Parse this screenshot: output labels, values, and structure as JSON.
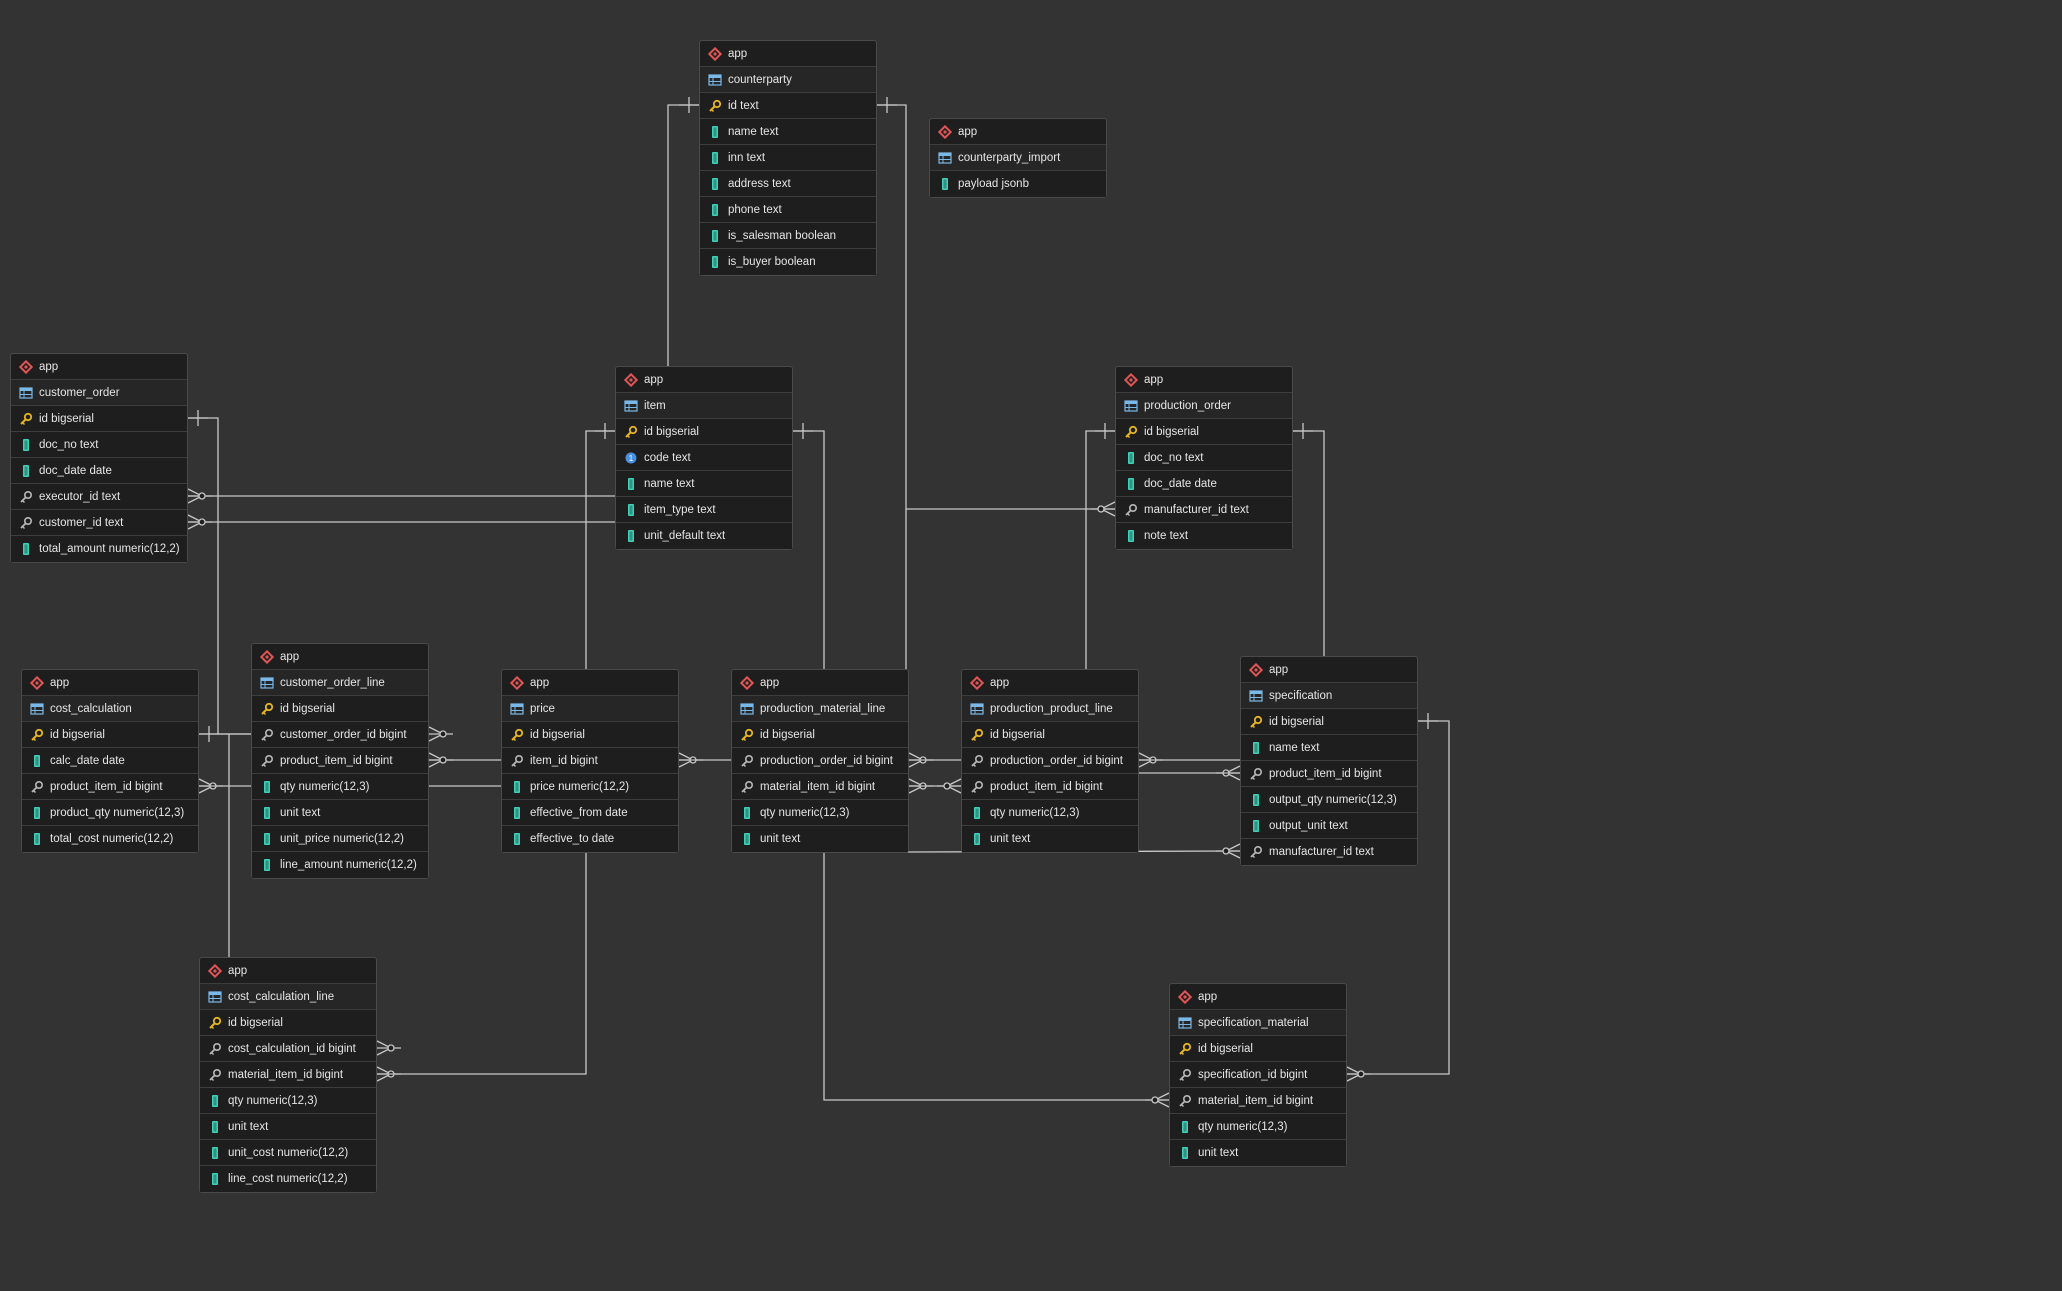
{
  "tables": [
    {
      "id": "counterparty",
      "schema": "app",
      "name": "counterparty",
      "columns": [
        {
          "label": "id text",
          "kind": "pk"
        },
        {
          "label": "name text",
          "kind": "col"
        },
        {
          "label": "inn text",
          "kind": "col"
        },
        {
          "label": "address text",
          "kind": "col"
        },
        {
          "label": "phone text",
          "kind": "col"
        },
        {
          "label": "is_salesman boolean",
          "kind": "col"
        },
        {
          "label": "is_buyer boolean",
          "kind": "col"
        }
      ]
    },
    {
      "id": "counterparty_import",
      "schema": "app",
      "name": "counterparty_import",
      "columns": [
        {
          "label": "payload jsonb",
          "kind": "col"
        }
      ]
    },
    {
      "id": "customer_order",
      "schema": "app",
      "name": "customer_order",
      "columns": [
        {
          "label": "id bigserial",
          "kind": "pk"
        },
        {
          "label": "doc_no text",
          "kind": "col"
        },
        {
          "label": "doc_date date",
          "kind": "col"
        },
        {
          "label": "executor_id text",
          "kind": "fk"
        },
        {
          "label": "customer_id text",
          "kind": "fk"
        },
        {
          "label": "total_amount numeric(12,2)",
          "kind": "col"
        }
      ]
    },
    {
      "id": "item",
      "schema": "app",
      "name": "item",
      "columns": [
        {
          "label": "id bigserial",
          "kind": "pk"
        },
        {
          "label": "code text",
          "kind": "uq"
        },
        {
          "label": "name text",
          "kind": "col"
        },
        {
          "label": "item_type text",
          "kind": "col"
        },
        {
          "label": "unit_default text",
          "kind": "col"
        }
      ]
    },
    {
      "id": "production_order",
      "schema": "app",
      "name": "production_order",
      "columns": [
        {
          "label": "id bigserial",
          "kind": "pk"
        },
        {
          "label": "doc_no text",
          "kind": "col"
        },
        {
          "label": "doc_date date",
          "kind": "col"
        },
        {
          "label": "manufacturer_id text",
          "kind": "fk"
        },
        {
          "label": "note text",
          "kind": "col"
        }
      ]
    },
    {
      "id": "cost_calculation",
      "schema": "app",
      "name": "cost_calculation",
      "columns": [
        {
          "label": "id bigserial",
          "kind": "pk"
        },
        {
          "label": "calc_date date",
          "kind": "col"
        },
        {
          "label": "product_item_id bigint",
          "kind": "fk"
        },
        {
          "label": "product_qty numeric(12,3)",
          "kind": "col"
        },
        {
          "label": "total_cost numeric(12,2)",
          "kind": "col"
        }
      ]
    },
    {
      "id": "customer_order_line",
      "schema": "app",
      "name": "customer_order_line",
      "columns": [
        {
          "label": "id bigserial",
          "kind": "pk"
        },
        {
          "label": "customer_order_id bigint",
          "kind": "fk"
        },
        {
          "label": "product_item_id bigint",
          "kind": "fk"
        },
        {
          "label": "qty numeric(12,3)",
          "kind": "col"
        },
        {
          "label": "unit text",
          "kind": "col"
        },
        {
          "label": "unit_price numeric(12,2)",
          "kind": "col"
        },
        {
          "label": "line_amount numeric(12,2)",
          "kind": "col"
        }
      ]
    },
    {
      "id": "price",
      "schema": "app",
      "name": "price",
      "columns": [
        {
          "label": "id bigserial",
          "kind": "pk"
        },
        {
          "label": "item_id bigint",
          "kind": "fk"
        },
        {
          "label": "price numeric(12,2)",
          "kind": "col"
        },
        {
          "label": "effective_from date",
          "kind": "col"
        },
        {
          "label": "effective_to date",
          "kind": "col"
        }
      ]
    },
    {
      "id": "production_material_line",
      "schema": "app",
      "name": "production_material_line",
      "columns": [
        {
          "label": "id bigserial",
          "kind": "pk"
        },
        {
          "label": "production_order_id bigint",
          "kind": "fk"
        },
        {
          "label": "material_item_id bigint",
          "kind": "fk"
        },
        {
          "label": "qty numeric(12,3)",
          "kind": "col"
        },
        {
          "label": "unit text",
          "kind": "col"
        }
      ]
    },
    {
      "id": "production_product_line",
      "schema": "app",
      "name": "production_product_line",
      "columns": [
        {
          "label": "id bigserial",
          "kind": "pk"
        },
        {
          "label": "production_order_id bigint",
          "kind": "fk"
        },
        {
          "label": "product_item_id bigint",
          "kind": "fk"
        },
        {
          "label": "qty numeric(12,3)",
          "kind": "col"
        },
        {
          "label": "unit text",
          "kind": "col"
        }
      ]
    },
    {
      "id": "specification",
      "schema": "app",
      "name": "specification",
      "columns": [
        {
          "label": "id bigserial",
          "kind": "pk"
        },
        {
          "label": "name text",
          "kind": "col"
        },
        {
          "label": "product_item_id bigint",
          "kind": "fk"
        },
        {
          "label": "output_qty numeric(12,3)",
          "kind": "col"
        },
        {
          "label": "output_unit text",
          "kind": "col"
        },
        {
          "label": "manufacturer_id text",
          "kind": "fk"
        }
      ]
    },
    {
      "id": "cost_calculation_line",
      "schema": "app",
      "name": "cost_calculation_line",
      "columns": [
        {
          "label": "id bigserial",
          "kind": "pk"
        },
        {
          "label": "cost_calculation_id bigint",
          "kind": "fk"
        },
        {
          "label": "material_item_id bigint",
          "kind": "fk"
        },
        {
          "label": "qty numeric(12,3)",
          "kind": "col"
        },
        {
          "label": "unit text",
          "kind": "col"
        },
        {
          "label": "unit_cost numeric(12,2)",
          "kind": "col"
        },
        {
          "label": "line_cost numeric(12,2)",
          "kind": "col"
        }
      ]
    },
    {
      "id": "specification_material",
      "schema": "app",
      "name": "specification_material",
      "columns": [
        {
          "label": "id bigserial",
          "kind": "pk"
        },
        {
          "label": "specification_id bigint",
          "kind": "fk"
        },
        {
          "label": "material_item_id bigint",
          "kind": "fk"
        },
        {
          "label": "qty numeric(12,3)",
          "kind": "col"
        },
        {
          "label": "unit text",
          "kind": "col"
        }
      ]
    }
  ],
  "colors": {
    "background": "#333333",
    "pk": "#e6b422",
    "fk": "#b8b8b8",
    "column": "#3fd0b8",
    "unique": "#4a90e2",
    "schema": "#e05555",
    "line": "#c8c8c8"
  }
}
